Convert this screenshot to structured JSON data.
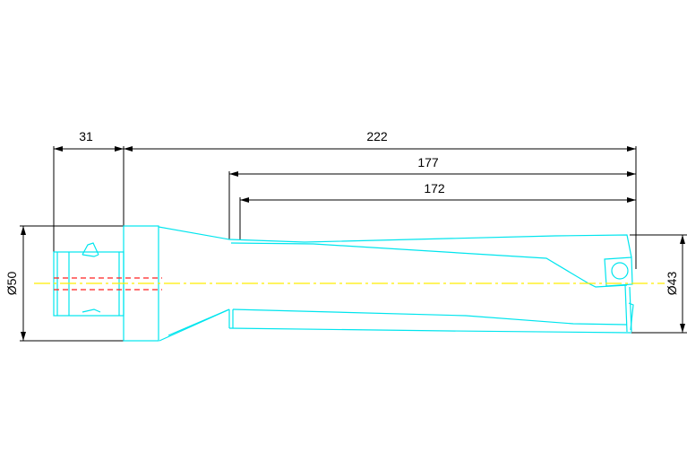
{
  "drawing": {
    "dimensions": {
      "shank_length": "31",
      "overall_length": "222",
      "length_177": "177",
      "length_172": "172",
      "shank_diameter": "Ø50",
      "body_diameter": "Ø43"
    },
    "colors": {
      "outline": "#00e5ee",
      "centerline": "#ffff00",
      "hidden_lines": "#ff0000",
      "dimensions": "#000000"
    }
  }
}
